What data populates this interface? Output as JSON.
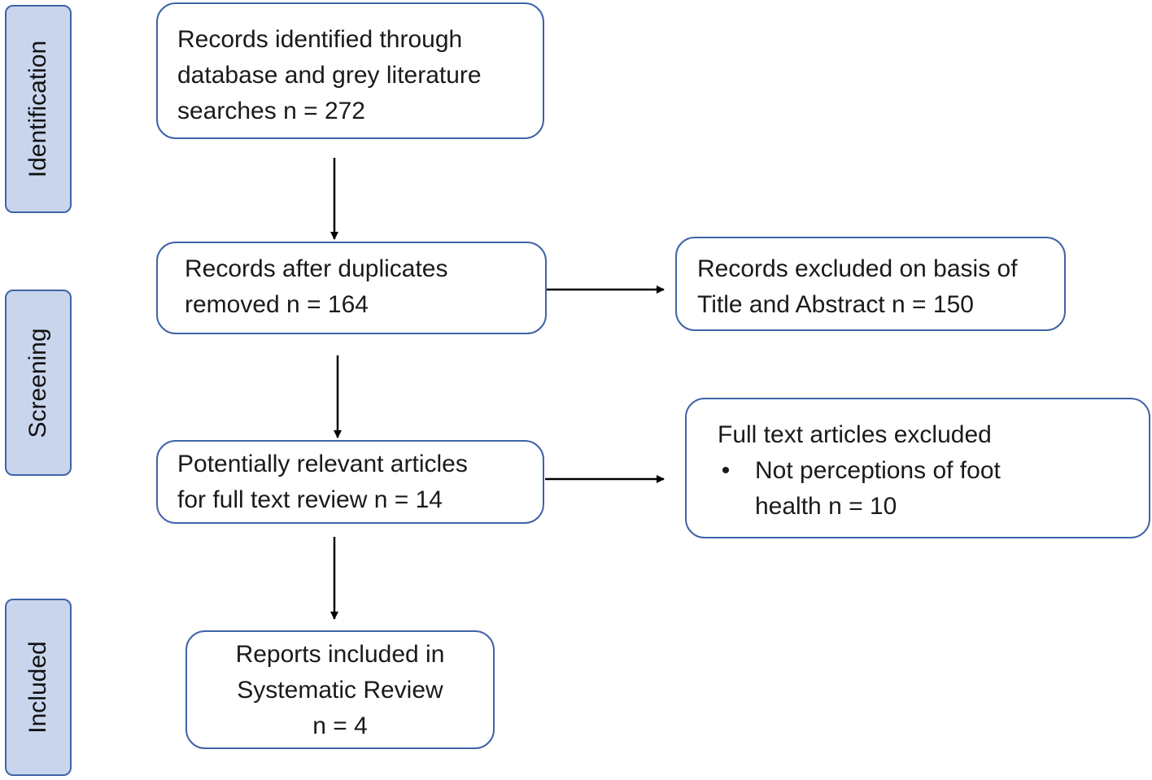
{
  "stages": {
    "identification": "Identification",
    "screening": "Screening",
    "included": "Included"
  },
  "boxes": {
    "identified": {
      "lines": [
        "Records identified through",
        "database and grey literature",
        "searches n = 272"
      ]
    },
    "after_duplicates": {
      "lines": [
        "Records after duplicates",
        "removed n = 164"
      ]
    },
    "excluded_title_abstract": {
      "lines": [
        "Records excluded on basis of",
        "Title and Abstract n = 150"
      ]
    },
    "full_text_review": {
      "lines": [
        "Potentially relevant articles",
        "for full text review n = 14"
      ]
    },
    "full_text_excluded": {
      "heading": "Full text articles excluded",
      "bullet": "•",
      "bullet_lines": [
        "Not perceptions of foot",
        "health n = 10"
      ]
    },
    "included_reports": {
      "lines": [
        "Reports included in",
        "Systematic Review",
        "n = 4"
      ]
    }
  },
  "colors": {
    "stage_fill": "#c9d5ec",
    "border": "#3f63a8",
    "arrow": "#000000"
  }
}
